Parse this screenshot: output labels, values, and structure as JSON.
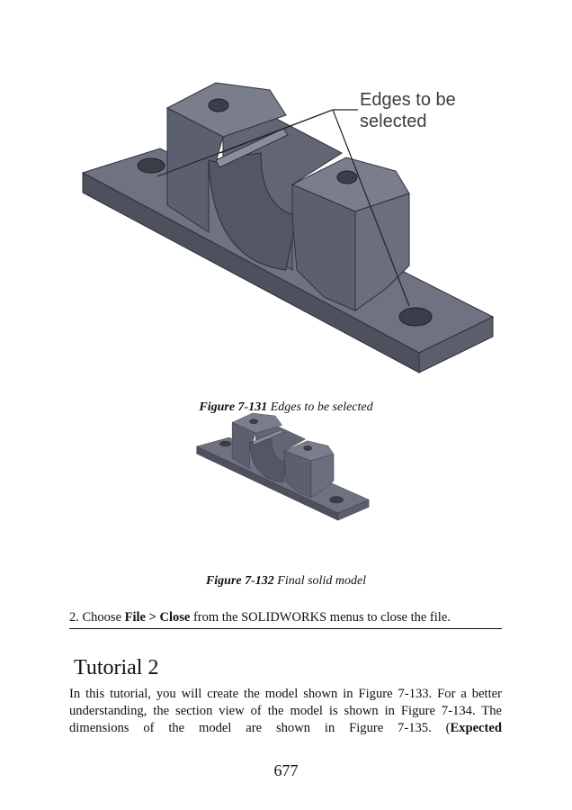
{
  "figure1": {
    "annotation_line1": "Edges to be",
    "annotation_line2": "selected",
    "caption_number": "Figure 7-131",
    "caption_text": " Edges to be selected"
  },
  "figure2": {
    "caption_number": "Figure 7-132",
    "caption_text": " Final solid model"
  },
  "step": {
    "prefix": "2. Choose ",
    "menu_path": "File > Close",
    "suffix": " from the SOLIDWORKS menus to close the file."
  },
  "tutorial": {
    "heading": "Tutorial 2",
    "paragraph": "In this tutorial, you will create the model shown in Figure 7-133. For a better understanding, the section view of the model is shown in Figure 7-134. The dimensions of the model are shown in Figure 7-135. (",
    "paragraph_bold": "Expected"
  },
  "page_number": "677",
  "colors": {
    "model_top": "#777b89",
    "model_front": "#595d6b",
    "model_dark": "#3b3e49"
  }
}
